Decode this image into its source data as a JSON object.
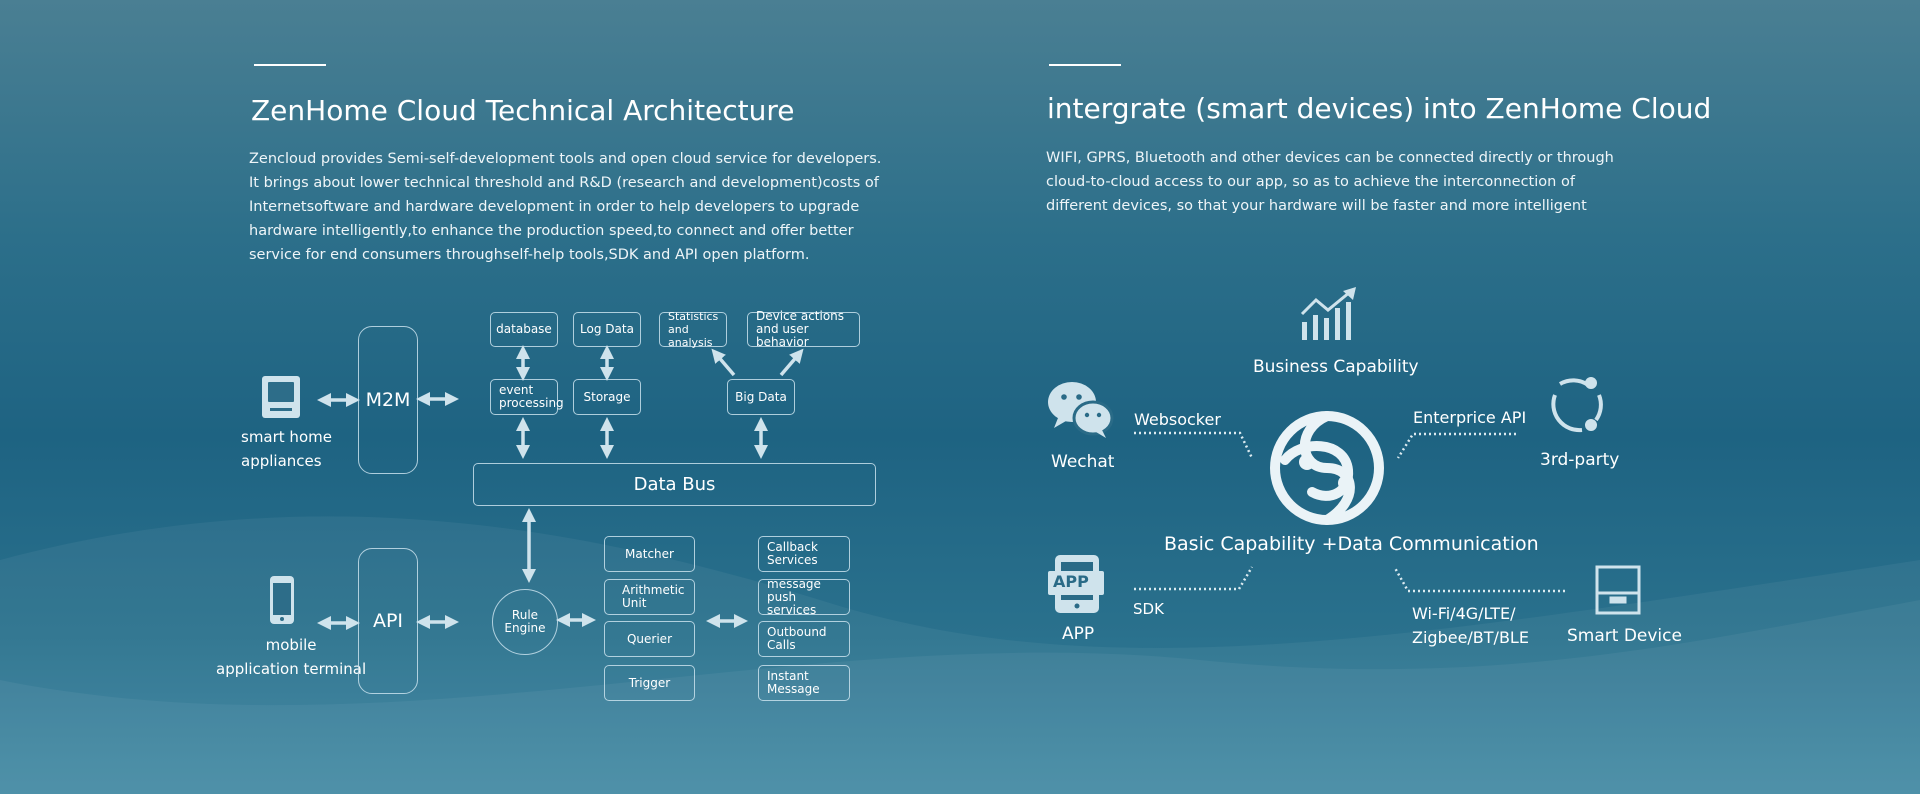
{
  "left": {
    "title": "ZenHome Cloud Technical Architecture",
    "paragraph": [
      "Zencloud provides Semi-self-development tools and open cloud service for developers.",
      "It brings about lower technical threshold and R&D (research and development)costs of",
      "Internetsoftware and hardware development in order to help developers to upgrade",
      "hardware intelligently,to enhance the production speed,to connect and offer better",
      "service for end consumers throughself-help tools,SDK and API open platform."
    ],
    "diagram": {
      "smart_home": [
        "smart home",
        "appliances"
      ],
      "mobile": [
        "mobile",
        "application terminal"
      ],
      "m2m": "M2M",
      "api": "API",
      "database": "database",
      "log_data": "Log Data",
      "statistics": [
        "Statistics",
        "and analysis"
      ],
      "device_actions": [
        "Device actions",
        "and user behavior"
      ],
      "event_processing": [
        "event",
        "processing"
      ],
      "storage": "Storage",
      "big_data": "Big Data",
      "data_bus": "Data Bus",
      "rule_engine": [
        "Rule",
        "Engine"
      ],
      "matcher": "Matcher",
      "arithmetic_unit": [
        "Arithmetic",
        "Unit"
      ],
      "querier": "Querier",
      "trigger": "Trigger",
      "callback": [
        "Callback",
        "Services"
      ],
      "push": [
        "message",
        "push services"
      ],
      "outbound": [
        "Outbound",
        "Calls"
      ],
      "instant": [
        "Instant",
        "Message"
      ]
    }
  },
  "right": {
    "title": "intergrate (smart devices) into ZenHome Cloud",
    "paragraph": [
      "WIFI, GPRS, Bluetooth and other devices can be connected directly or through",
      "cloud-to-cloud access to our app, so as to achieve the interconnection of",
      "different devices, so that your hardware will be faster and more intelligent"
    ],
    "diagram": {
      "business": "Business Capability",
      "wechat": "Wechat",
      "websocker": "Websocker",
      "enterprise_api": "Enterprice API",
      "third_party": "3rd-party",
      "core": "Basic Capability +Data Communication",
      "app_icon_text": "APP",
      "app": "APP",
      "sdk": "SDK",
      "protocols": [
        "Wi-Fi/4G/LTE/",
        "Zigbee/BT/BLE"
      ],
      "smart_device": "Smart Device"
    }
  },
  "colors": {
    "background_top": "#4a7f93",
    "background_mid": "#1e6382",
    "line": "#cfe3ec",
    "text": "#ffffff"
  }
}
